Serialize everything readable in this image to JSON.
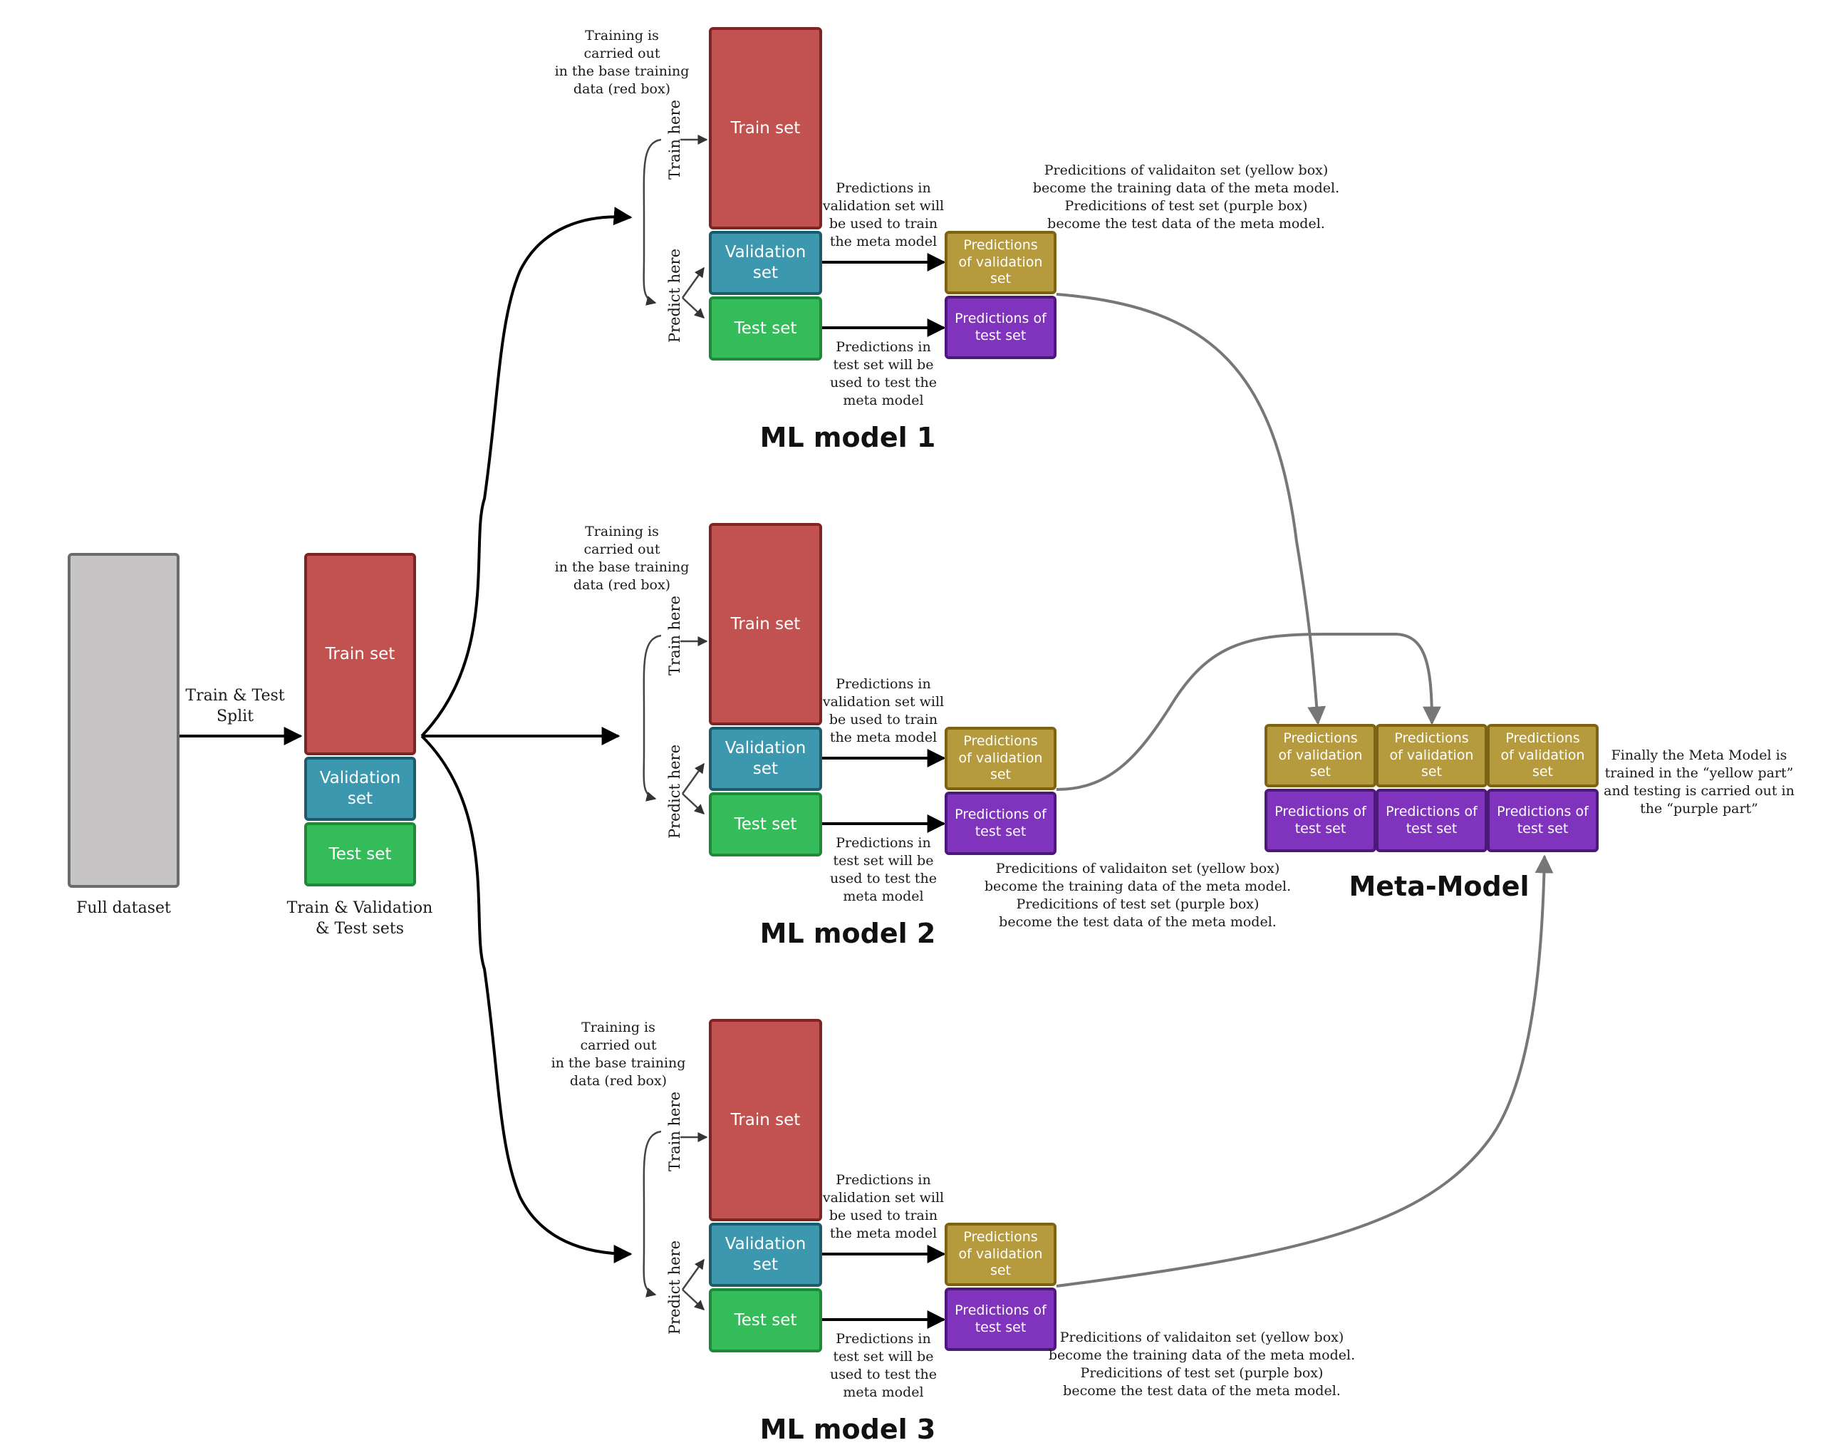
{
  "source": {
    "full_dataset_label": "Full dataset",
    "split_label": "Train & Test\nSplit",
    "sets_caption": "Train & Validation\n& Test sets",
    "train": "Train set",
    "validation": "Validation set",
    "test": "Test set"
  },
  "models": [
    {
      "title": "ML model 1",
      "training_note": "Training is\ncarried out\nin the base training\ndata (red box)",
      "train_here": "Train here",
      "predict_here": "Predict here",
      "train": "Train set",
      "validation": "Validation set",
      "test": "Test set",
      "val_note": "Predictions in\nvalidation set will\nbe used to train\nthe meta model",
      "test_note": "Predictions in\ntest set will be\nused to test the\nmeta model",
      "pred_val": "Predictions\nof validation set",
      "pred_test": "Predictions of\ntest set",
      "meta_note": "Predicitions of validaiton set (yellow box)\nbecome the training data of the meta model.\nPredicitions of test set (purple box)\nbecome the test data of the meta model."
    },
    {
      "title": "ML model 2",
      "training_note": "Training is\ncarried out\nin the base training\ndata (red box)",
      "train_here": "Train here",
      "predict_here": "Predict here",
      "train": "Train set",
      "validation": "Validation set",
      "test": "Test set",
      "val_note": "Predictions in\nvalidation set will\nbe used to train\nthe meta model",
      "test_note": "Predictions in\ntest set will be\nused to test the\nmeta model",
      "pred_val": "Predictions\nof validation set",
      "pred_test": "Predictions of\ntest set",
      "meta_note": "Predicitions of validaiton set (yellow box)\nbecome the training data of the meta model.\nPredicitions of test set (purple box)\nbecome the test data of the meta model."
    },
    {
      "title": "ML model 3",
      "training_note": "Training is\ncarried out\nin the base training\ndata (red box)",
      "train_here": "Train here",
      "predict_here": "Predict here",
      "train": "Train set",
      "validation": "Validation set",
      "test": "Test set",
      "val_note": "Predictions in\nvalidation set will\nbe used to train\nthe meta model",
      "test_note": "Predictions in\ntest set will be\nused to test the\nmeta model",
      "pred_val": "Predictions\nof validation set",
      "pred_test": "Predictions of\ntest set",
      "meta_note": "Predicitions of validaiton set (yellow box)\nbecome the training data of the meta model.\nPredicitions of test set (purple box)\nbecome the test data of the meta model."
    }
  ],
  "meta": {
    "title": "Meta-Model",
    "pred_val": "Predictions\nof validation set",
    "pred_test": "Predictions of\ntest set",
    "final_note": "Finally the Meta Model is\ntrained in the “yellow part”\nand testing is carried out in\nthe “purple part”"
  },
  "colors": {
    "train": "#c15250",
    "validation": "#3c98ae",
    "test": "#35bc5a",
    "pred_val": "#b69a3e",
    "pred_test": "#8033bd",
    "dataset": "#c6c4c5",
    "connector": "#777777"
  }
}
